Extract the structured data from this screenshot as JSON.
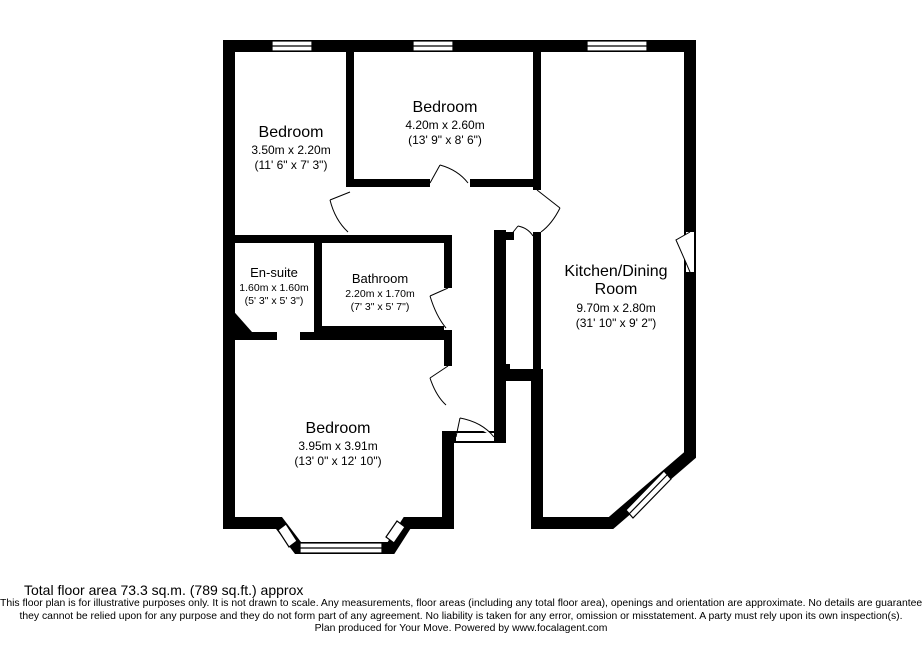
{
  "rooms": {
    "bedroom_top_left": {
      "name": "Bedroom",
      "metric": "3.50m x 2.20m",
      "imperial": "(11' 6\" x 7' 3\")"
    },
    "bedroom_top_middle": {
      "name": "Bedroom",
      "metric": "4.20m x 2.60m",
      "imperial": "(13' 9\" x 8' 6\")"
    },
    "ensuite": {
      "name": "En-suite",
      "metric": "1.60m x 1.60m",
      "imperial": "(5' 3\" x 5' 3\")"
    },
    "bathroom": {
      "name": "Bathroom",
      "metric": "2.20m x 1.70m",
      "imperial": "(7' 3\" x 5' 7\")"
    },
    "kitchen": {
      "name_line1": "Kitchen/Dining",
      "name_line2": "Room",
      "metric": "9.70m x 2.80m",
      "imperial": "(31' 10\" x 9' 2\")"
    },
    "bedroom_bottom": {
      "name": "Bedroom",
      "metric": "3.95m x 3.91m",
      "imperial": "(13' 0\" x 12' 10\")"
    }
  },
  "footer": {
    "total_area": "Total floor area 73.3 sq.m. (789 sq.ft.) approx",
    "disclaimer_line1": "This floor plan is for illustrative purposes only. It is not drawn to scale. Any measurements, floor areas (including any total floor area), openings and orientation are approximate. No details are guaranteed,",
    "disclaimer_line2": "they cannot be relied upon for any purpose and they do not form part of any agreement. No liability is taken for any error, omission or misstatement. A party must rely upon its own inspection(s).",
    "produced_by": "Plan produced for Your Move. Powered by www.focalagent.com"
  }
}
